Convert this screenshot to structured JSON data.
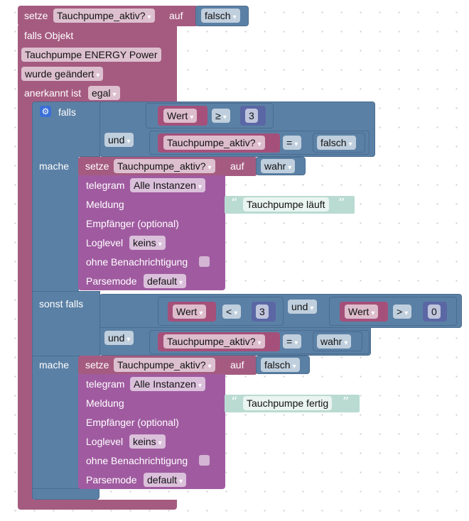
{
  "trigger": {
    "set_label": "setze",
    "set_var": "Tauchpumpe_aktiv?",
    "to_label": "auf",
    "set_value": "falsch",
    "if_object_label": "falls Objekt",
    "object_name": "Tauchpumpe ENERGY  Power",
    "changed": "wurde geändert",
    "ack_label": "anerkannt ist",
    "ack_value": "egal"
  },
  "if_block": {
    "if_label": "falls",
    "do_label": "mache",
    "elseif_label": "sonst falls",
    "cond1": {
      "var": "Wert",
      "op": "≥",
      "num": "3",
      "and": "und",
      "var2": "Tauchpumpe_aktiv?",
      "op2": "=",
      "val2": "falsch"
    },
    "do1": {
      "set_label": "setze",
      "var": "Tauchpumpe_aktiv?",
      "to_label": "auf",
      "value": "wahr",
      "telegram": "telegram",
      "instance": "Alle Instanzen",
      "message_label": "Meldung",
      "message": "Tauchpumpe läuft",
      "recipient_label": "Empfänger (optional)",
      "loglevel_label": "Loglevel",
      "loglevel": "keins",
      "silent_label": "ohne Benachrichtigung",
      "parsemode_label": "Parsemode",
      "parsemode": "default"
    },
    "cond2": {
      "var": "Wert",
      "op": "<",
      "num": "3",
      "and_inner": "und",
      "var_b": "Wert",
      "op_b": ">",
      "num_b": "0",
      "and": "und",
      "var2": "Tauchpumpe_aktiv?",
      "op2": "=",
      "val2": "wahr"
    },
    "do2": {
      "set_label": "setze",
      "var": "Tauchpumpe_aktiv?",
      "to_label": "auf",
      "value": "falsch",
      "telegram": "telegram",
      "instance": "Alle Instanzen",
      "message_label": "Meldung",
      "message": "Tauchpumpe fertig",
      "recipient_label": "Empfänger (optional)",
      "loglevel_label": "Loglevel",
      "loglevel": "keins",
      "silent_label": "ohne Benachrichtigung",
      "parsemode_label": "Parsemode",
      "parsemode": "default"
    }
  }
}
